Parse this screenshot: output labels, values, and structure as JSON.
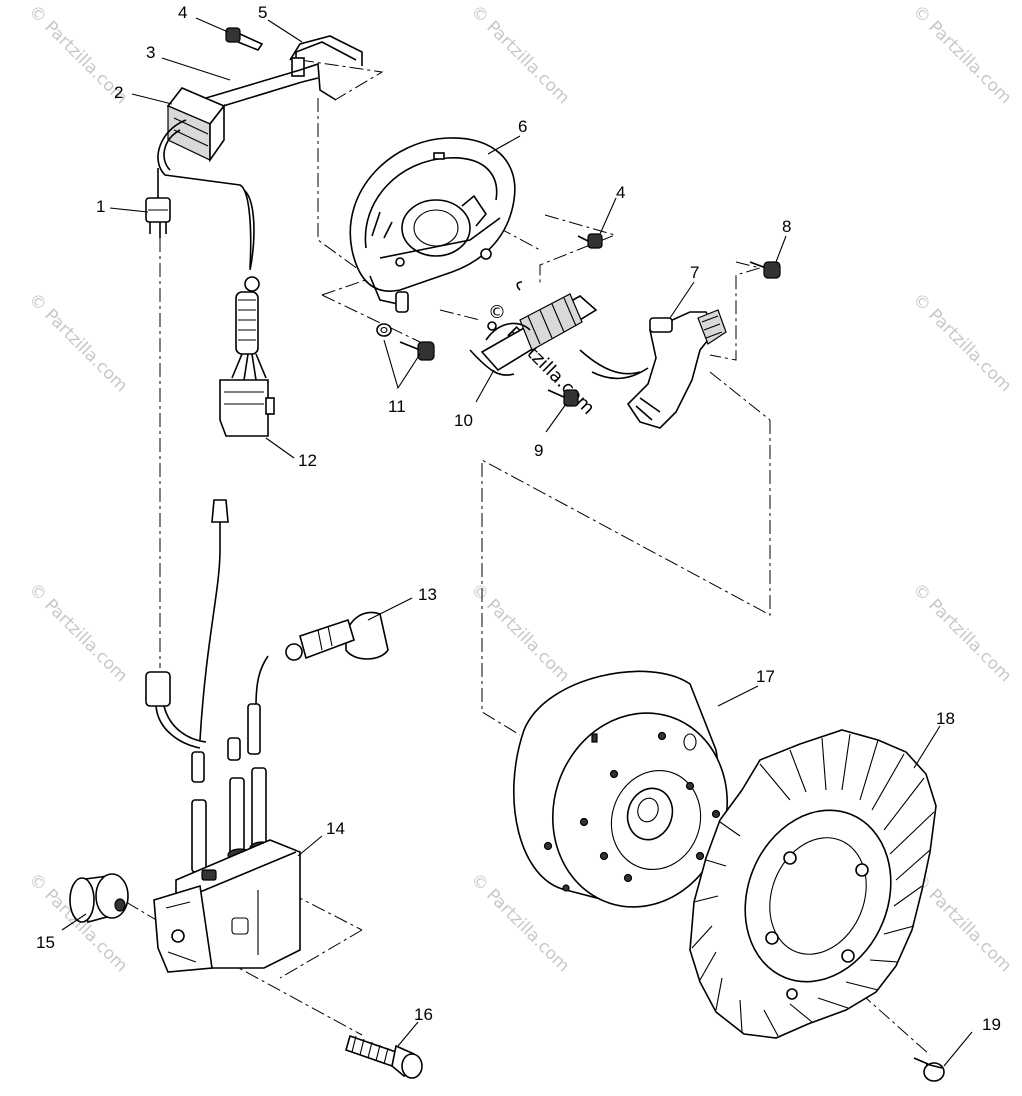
{
  "callouts": [
    "1",
    "2",
    "3",
    "4",
    "5",
    "6",
    "4",
    "8",
    "7",
    "11",
    "10",
    "9",
    "12",
    "13",
    "17",
    "18",
    "14",
    "15",
    "16",
    "19"
  ],
  "watermark": {
    "text": "© Partzilla.com",
    "mid_symbol": "©",
    "mid_text": "Partzilla.com"
  },
  "colors": {
    "ink": "#000000",
    "watermark": "#c8c8c8",
    "background": "#ffffff"
  }
}
